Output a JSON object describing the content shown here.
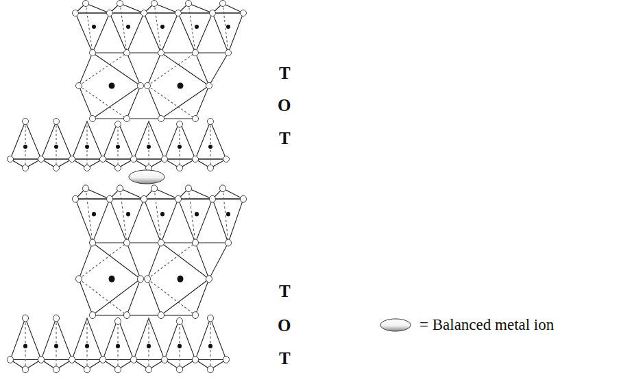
{
  "diagram": {
    "labels": [
      "T",
      "O",
      "T",
      "T",
      "O",
      "T"
    ],
    "legend": [
      {
        "text": "= Balanced metal ion"
      }
    ]
  }
}
